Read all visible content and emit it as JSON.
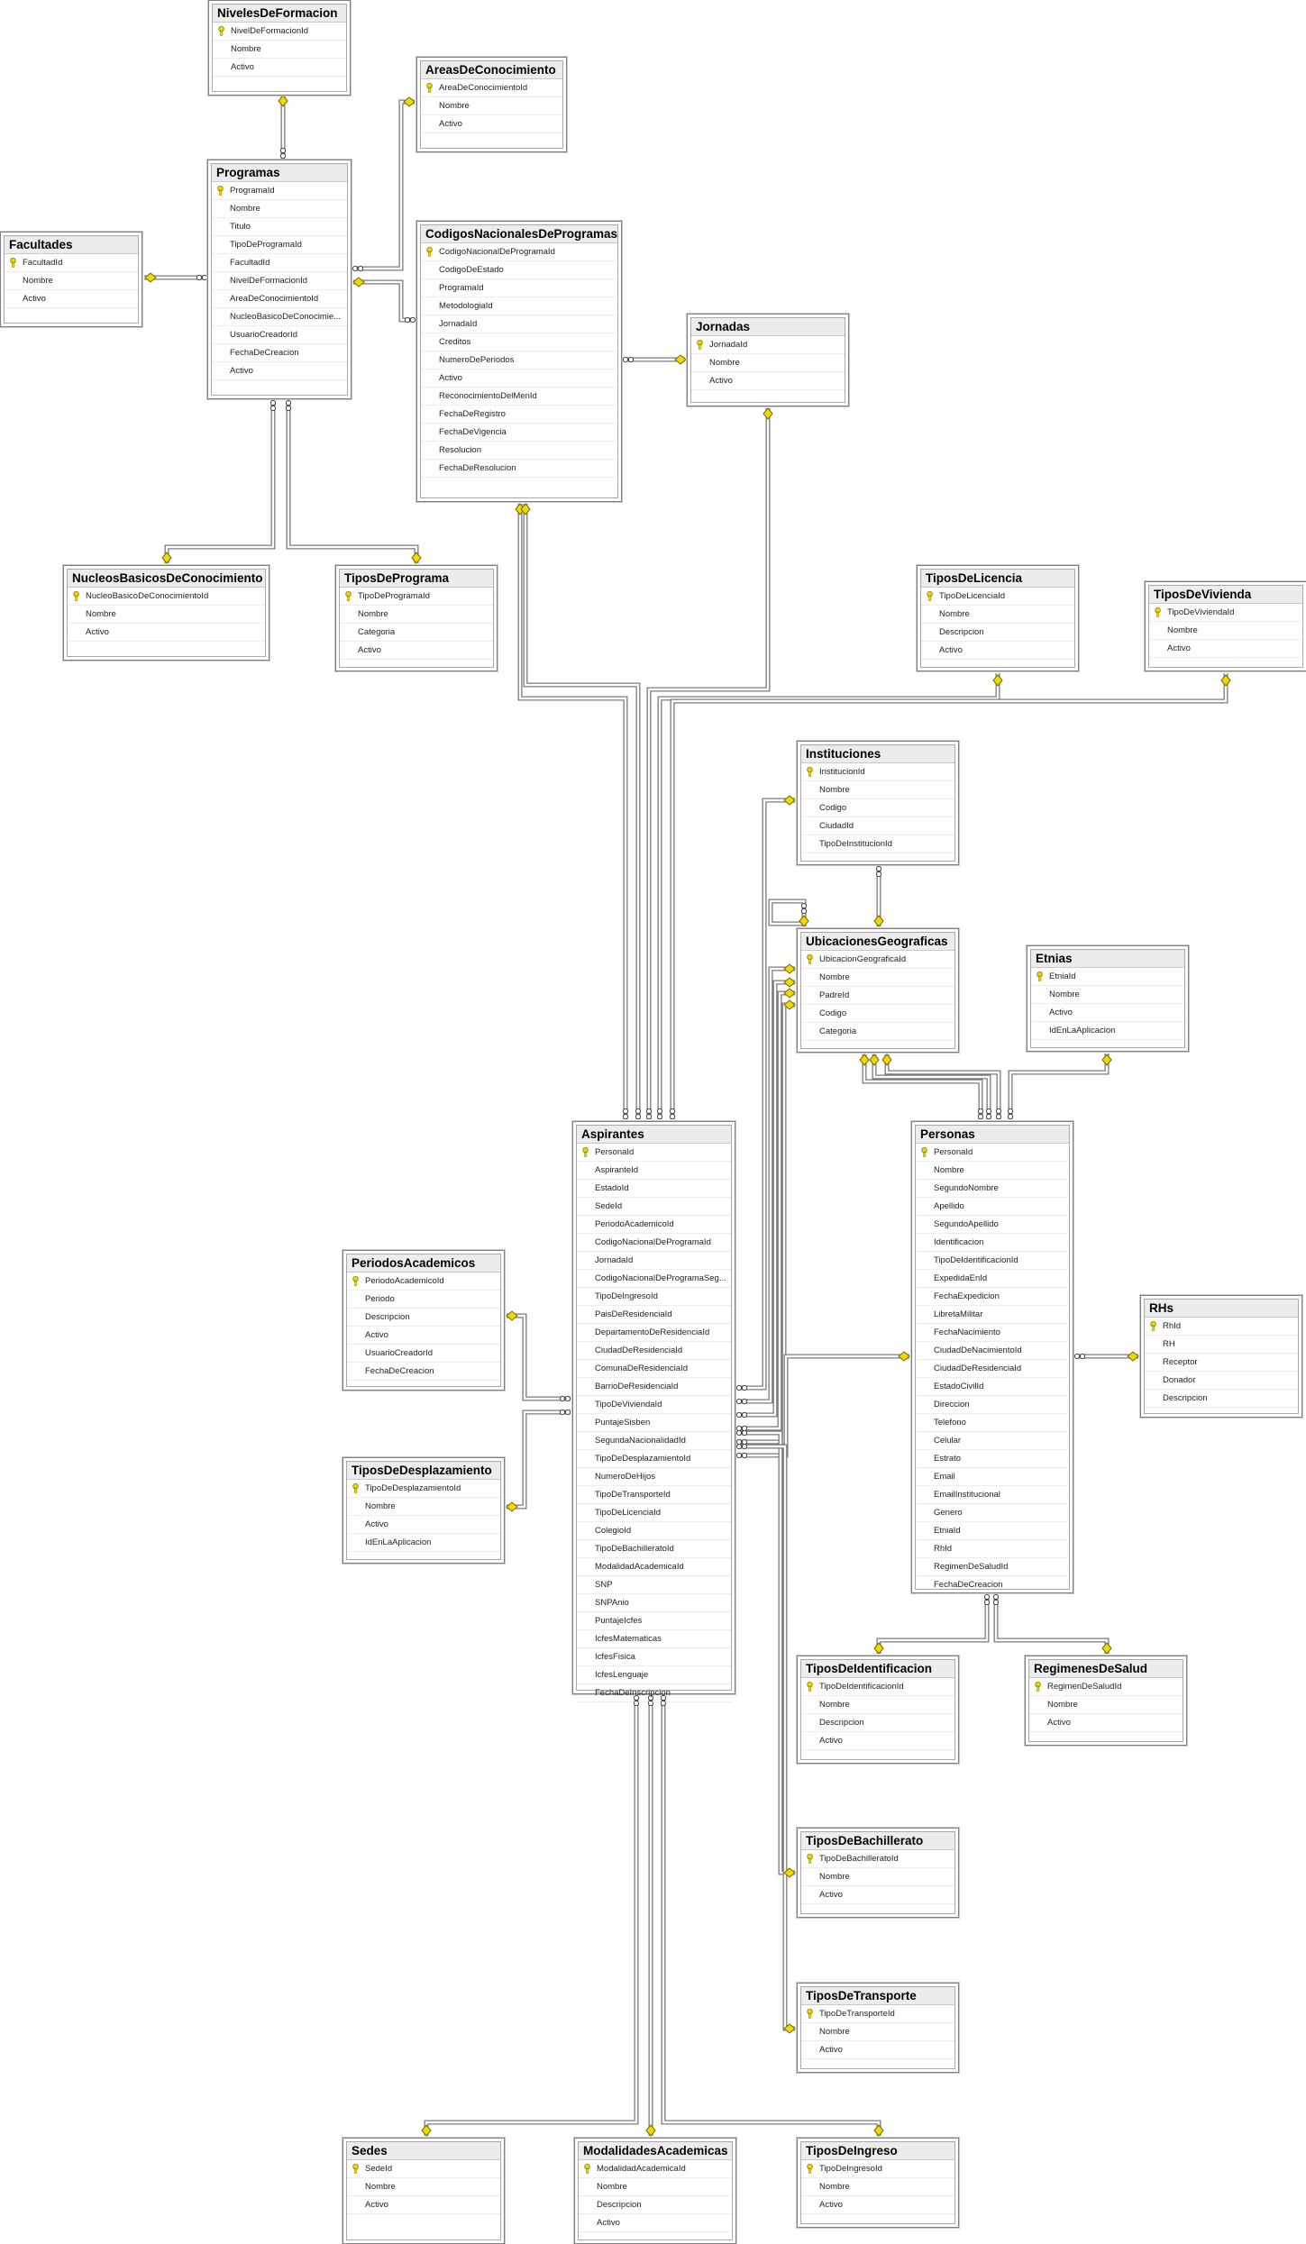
{
  "tables": [
    {
      "name": "NivelesDeFormacion",
      "columns": [
        "NivelDeFormacionId",
        "Nombre",
        "Activo"
      ]
    },
    {
      "name": "AreasDeConocimiento",
      "columns": [
        "AreaDeConocimientoId",
        "Nombre",
        "Activo"
      ]
    },
    {
      "name": "Programas",
      "columns": [
        "ProgramaId",
        "Nombre",
        "Titulo",
        "TipoDeProgramaId",
        "FacultadId",
        "NivelDeFormacionId",
        "AreaDeConocimientoId",
        "NucleoBasicoDeConocimie...",
        "UsuarioCreadorId",
        "FechaDeCreacion",
        "Activo"
      ]
    },
    {
      "name": "Facultades",
      "columns": [
        "FacultadId",
        "Nombre",
        "Activo"
      ]
    },
    {
      "name": "CodigosNacionalesDeProgramas",
      "columns": [
        "CodigoNacionalDeProgramaId",
        "CodigoDeEstado",
        "ProgramaId",
        "MetodologiaId",
        "JornadaId",
        "Creditos",
        "NumeroDePeriodos",
        "Activo",
        "ReconocimientoDelMenId",
        "FechaDeRegistro",
        "FechaDeVigencia",
        "Resolucion",
        "FechaDeResolucion"
      ]
    },
    {
      "name": "Jornadas",
      "columns": [
        "JornadaId",
        "Nombre",
        "Activo"
      ]
    },
    {
      "name": "NucleosBasicosDeConocimiento",
      "columns": [
        "NucleoBasicoDeConocimientoId",
        "Nombre",
        "Activo"
      ]
    },
    {
      "name": "TiposDePrograma",
      "columns": [
        "TipoDeProgramaId",
        "Nombre",
        "Categoria",
        "Activo"
      ]
    },
    {
      "name": "TiposDeLicencia",
      "columns": [
        "TipoDeLicenciaId",
        "Nombre",
        "Descripcion",
        "Activo"
      ]
    },
    {
      "name": "TiposDeVivienda",
      "columns": [
        "TipoDeViviendaId",
        "Nombre",
        "Activo"
      ]
    },
    {
      "name": "Instituciones",
      "columns": [
        "InstitucionId",
        "Nombre",
        "Codigo",
        "CiudadId",
        "TipoDeInstitucionId"
      ]
    },
    {
      "name": "UbicacionesGeograficas",
      "columns": [
        "UbicacionGeograficaId",
        "Nombre",
        "PadreId",
        "Codigo",
        "Categoria"
      ]
    },
    {
      "name": "Etnias",
      "columns": [
        "EtniaId",
        "Nombre",
        "Activo",
        "IdEnLaAplicacion"
      ]
    },
    {
      "name": "Aspirantes",
      "columns": [
        "PersonaId",
        "AspiranteId",
        "EstadoId",
        "SedeId",
        "PeriodoAcademicoId",
        "CodigoNacionalDeProgramaId",
        "JornadaId",
        "CodigoNacionalDeProgramaSeg...",
        "TipoDeIngresoId",
        "PaisDeResidenciaId",
        "DepartamentoDeResidenciaId",
        "CiudadDeResidenciaId",
        "ComunaDeResidenciaId",
        "BarrioDeResidenciaId",
        "TipoDeViviendaId",
        "PuntajeSisben",
        "SegundaNacionalidadId",
        "TipoDeDesplazamientoId",
        "NumeroDeHijos",
        "TipoDeTransporteId",
        "TipoDeLicenciaId",
        "ColegioId",
        "TipoDeBachilleratoId",
        "ModalidadAcademicaId",
        "SNP",
        "SNPAnio",
        "PuntajeIcfes",
        "IcfesMatematicas",
        "IcfesFisica",
        "IcfesLenguaje",
        "FechaDeInscripcion"
      ]
    },
    {
      "name": "Personas",
      "columns": [
        "PersonaId",
        "Nombre",
        "SegundoNombre",
        "Apellido",
        "SegundoApellido",
        "Identificacion",
        "TipoDeIdentificacionId",
        "ExpedidaEnId",
        "FechaExpedicion",
        "LibretaMilitar",
        "FechaNacimiento",
        "CiudadDeNacimientoId",
        "CiudadDeResidenciaId",
        "EstadoCivilId",
        "Direccion",
        "Telefono",
        "Celular",
        "Estrato",
        "Email",
        "EmailInstitucional",
        "Genero",
        "EtniaId",
        "RhId",
        "RegimenDeSaludId",
        "FechaDeCreacion"
      ]
    },
    {
      "name": "PeriodosAcademicos",
      "columns": [
        "PeriodoAcademicoId",
        "Periodo",
        "Descripcion",
        "Activo",
        "UsuarioCreadorId",
        "FechaDeCreacion"
      ]
    },
    {
      "name": "TiposDeDesplazamiento",
      "columns": [
        "TipoDeDesplazamientoId",
        "Nombre",
        "Activo",
        "IdEnLaAplicacion"
      ]
    },
    {
      "name": "RHs",
      "columns": [
        "RhId",
        "RH",
        "Receptor",
        "Donador",
        "Descripcion"
      ]
    },
    {
      "name": "TiposDeIdentificacion",
      "columns": [
        "TipoDeIdentificacionId",
        "Nombre",
        "Descripcion",
        "Activo"
      ]
    },
    {
      "name": "RegimenesDeSalud",
      "columns": [
        "RegimenDeSaludId",
        "Nombre",
        "Activo"
      ]
    },
    {
      "name": "TiposDeBachillerato",
      "columns": [
        "TipoDeBachilleratoId",
        "Nombre",
        "Activo"
      ]
    },
    {
      "name": "TiposDeTransporte",
      "columns": [
        "TipoDeTransporteId",
        "Nombre",
        "Activo"
      ]
    },
    {
      "name": "Sedes",
      "columns": [
        "SedeId",
        "Nombre",
        "Activo"
      ]
    },
    {
      "name": "ModalidadesAcademicas",
      "columns": [
        "ModalidadAcademicaId",
        "Nombre",
        "Descripcion",
        "Activo"
      ]
    },
    {
      "name": "TiposDeIngreso",
      "columns": [
        "TipoDeIngresoId",
        "Nombre",
        "Activo"
      ]
    }
  ],
  "colors": {
    "key_icon": "#f2d800",
    "connector": "#888888",
    "title_bg": "#ececec"
  }
}
